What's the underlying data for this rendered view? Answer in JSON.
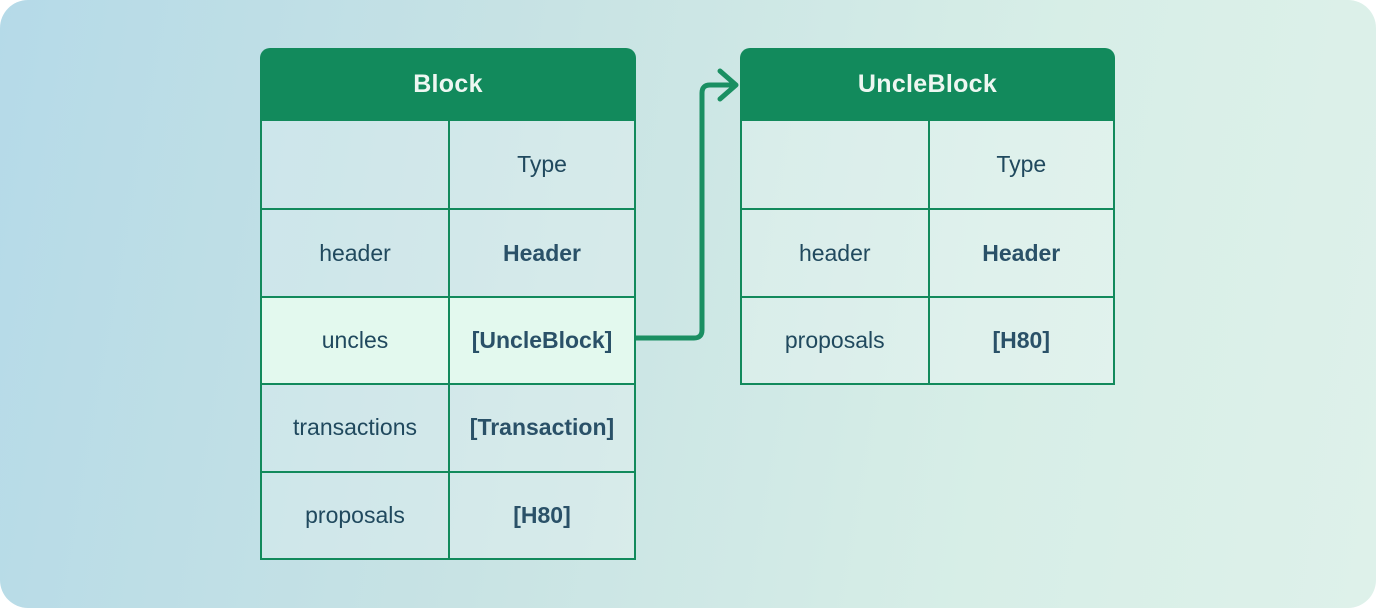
{
  "colors": {
    "accent_green": "#128a5c",
    "arrow_green": "#1a8f62",
    "text_dark": "#20495e",
    "text_dark_bold": "#2a5168",
    "highlight_row": "#e3f9ee",
    "header_text": "#eef7f2"
  },
  "tables": [
    {
      "name": "block",
      "title": "Block",
      "columns": {
        "field": "",
        "type": "Type"
      },
      "rows": [
        {
          "field": "header",
          "type": "Header",
          "highlighted": false
        },
        {
          "field": "uncles",
          "type": "[UncleBlock]",
          "highlighted": true
        },
        {
          "field": "transactions",
          "type": "[Transaction]",
          "highlighted": false
        },
        {
          "field": "proposals",
          "type": "[H80]",
          "highlighted": false
        }
      ]
    },
    {
      "name": "uncle-block",
      "title": "UncleBlock",
      "columns": {
        "field": "",
        "type": "Type"
      },
      "rows": [
        {
          "field": "header",
          "type": "Header",
          "highlighted": false
        },
        {
          "field": "proposals",
          "type": "[H80]",
          "highlighted": false
        }
      ]
    }
  ],
  "connector": {
    "from_table": "Block",
    "from_row": "uncles",
    "to_table": "UncleBlock"
  }
}
